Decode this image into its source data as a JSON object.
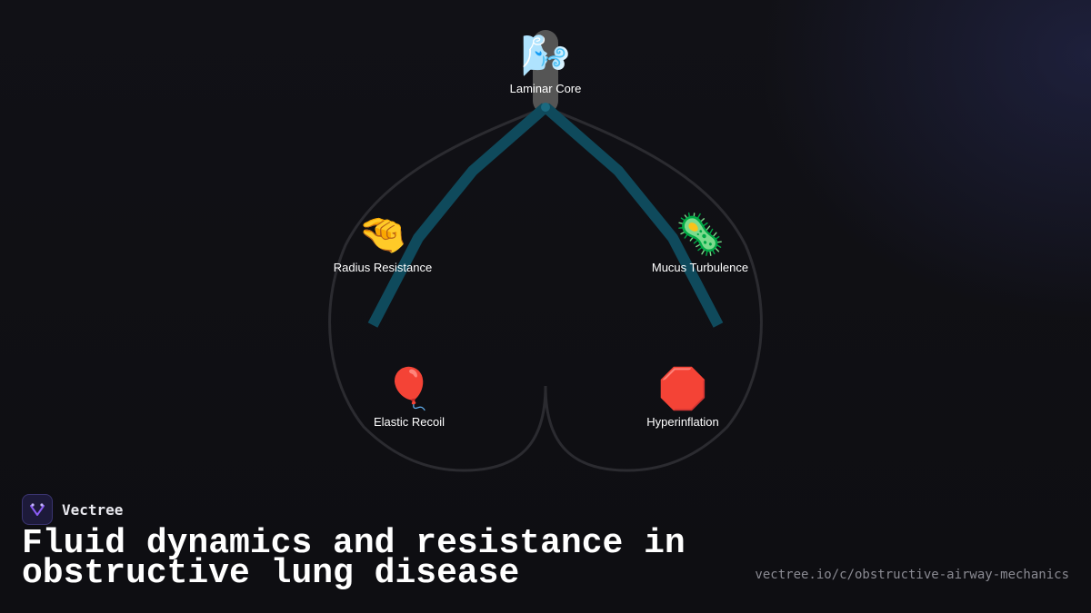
{
  "brand": {
    "name": "Vectree",
    "logo_icon": "vectree-logo-icon",
    "accent": "#8b5cf6"
  },
  "title": "Fluid dynamics and resistance in obstructive lung disease",
  "url": "vectree.io/c/obstructive-airway-mechanics",
  "colors": {
    "background": "#0f0f13",
    "airway": "#0f4a5c",
    "outline": "#2b2b30",
    "trachea": "#555555"
  },
  "nodes": [
    {
      "id": "laminar-core",
      "emoji": "🌬️",
      "icon": "wind-face-icon",
      "label": "Laminar Core"
    },
    {
      "id": "radius-resistance",
      "emoji": "🤏",
      "icon": "pinching-hand-icon",
      "label": "Radius Resistance"
    },
    {
      "id": "mucus-turbulence",
      "emoji": "🦠",
      "icon": "microbe-icon",
      "label": "Mucus Turbulence"
    },
    {
      "id": "elastic-recoil",
      "emoji": "🎈",
      "icon": "balloon-icon",
      "label": "Elastic Recoil"
    },
    {
      "id": "hyperinflation",
      "emoji": "🛑",
      "icon": "stop-sign-icon",
      "label": "Hyperinflation"
    }
  ]
}
